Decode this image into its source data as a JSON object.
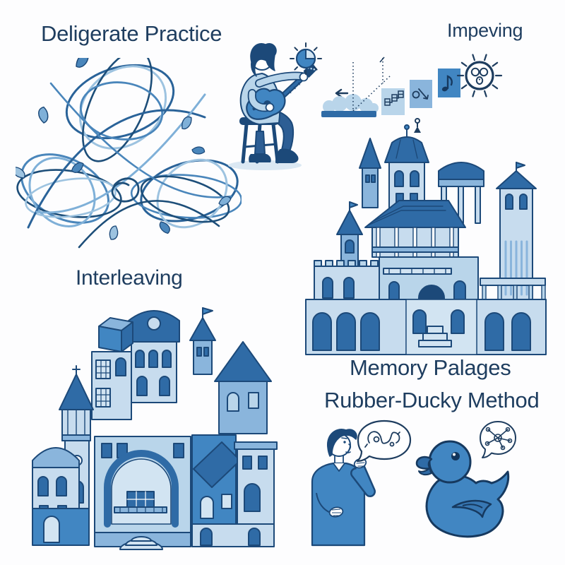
{
  "labels": {
    "deliberate_practice": "Deligerate Practice",
    "improving": "Impeving",
    "interleaving": "Interleaving",
    "memory_palaces": "Memory Palages",
    "rubber_ducky": "Rubber-Ducky Method"
  },
  "palette": {
    "ink": "#1e3d5f",
    "navy": "#1c4979",
    "blue": "#4186c2",
    "deep": "#2f6ba6",
    "mid": "#8ab5dc",
    "light": "#b9d5ea",
    "wall": "#c7dcee",
    "pale": "#d2e4f2",
    "shadow": "#dbe8f3"
  },
  "icons": {
    "tangle": "tangled-threads-with-leaves",
    "guitar_player": "seated-guitar-practice-figure",
    "timer": "practice-timer-clock",
    "left_arrow": "left-arrow",
    "waves": "wave-bumps-over-bar",
    "dotted_graph": "dotted-projection-lines",
    "step_squares": [
      "linked-boxes-square",
      "circle-arrow-square",
      "music-note-square"
    ],
    "sun_face": "radiant-sun-face",
    "pin_figure": "tiny-pin-figure",
    "memory_palace": "isometric-memory-palace-castle",
    "interleaving_building": "isometric-stacked-mansion",
    "talking_person": "explaining-person",
    "speech_scribble": "speech-bubble-tangle-diagram",
    "rubber_duck": "rubber-duck",
    "speech_network": "speech-bubble-network-diagram"
  }
}
